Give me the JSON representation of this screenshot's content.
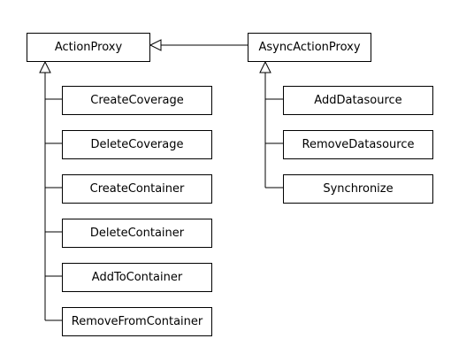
{
  "diagram": {
    "classes": {
      "action_proxy": "ActionProxy",
      "async_action_proxy": "AsyncActionProxy",
      "create_coverage": "CreateCoverage",
      "delete_coverage": "DeleteCoverage",
      "create_container": "CreateContainer",
      "delete_container": "DeleteContainer",
      "add_to_container": "AddToContainer",
      "remove_from_container": "RemoveFromContainer",
      "add_datasource": "AddDatasource",
      "remove_datasource": "RemoveDatasource",
      "synchronize": "Synchronize"
    },
    "relations": [
      {
        "child": "AsyncActionProxy",
        "parent": "ActionProxy",
        "type": "inheritance"
      },
      {
        "child": "CreateCoverage",
        "parent": "ActionProxy",
        "type": "inheritance"
      },
      {
        "child": "DeleteCoverage",
        "parent": "ActionProxy",
        "type": "inheritance"
      },
      {
        "child": "CreateContainer",
        "parent": "ActionProxy",
        "type": "inheritance"
      },
      {
        "child": "DeleteContainer",
        "parent": "ActionProxy",
        "type": "inheritance"
      },
      {
        "child": "AddToContainer",
        "parent": "ActionProxy",
        "type": "inheritance"
      },
      {
        "child": "RemoveFromContainer",
        "parent": "ActionProxy",
        "type": "inheritance"
      },
      {
        "child": "AddDatasource",
        "parent": "AsyncActionProxy",
        "type": "inheritance"
      },
      {
        "child": "RemoveDatasource",
        "parent": "AsyncActionProxy",
        "type": "inheritance"
      },
      {
        "child": "Synchronize",
        "parent": "AsyncActionProxy",
        "type": "inheritance"
      }
    ],
    "colors": {
      "line": "#000000",
      "box_fill": "#ffffff",
      "background": "#ffffff"
    }
  }
}
